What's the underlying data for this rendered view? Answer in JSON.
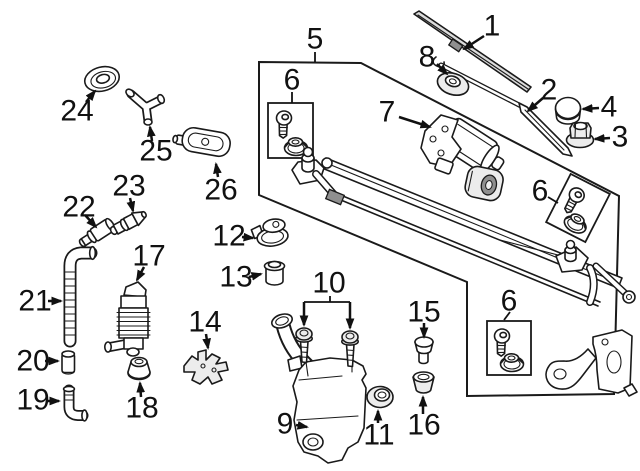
{
  "diagram": {
    "background": "#ffffff",
    "line_color": "#1a1a1a",
    "shade_gray": "#ececec",
    "description": "Exploded parts diagram of windshield wiper and washer system components"
  },
  "callouts": [
    {
      "label": "1",
      "part": "wiper-blade"
    },
    {
      "label": "2",
      "part": "wiper-arm"
    },
    {
      "label": "3",
      "part": "pivot-nut"
    },
    {
      "label": "4",
      "part": "pivot-cap"
    },
    {
      "label": "5",
      "part": "linkage-assembly-box"
    },
    {
      "label": "6",
      "part": "mounting-kit-upper"
    },
    {
      "label": "6",
      "part": "mounting-kit-right"
    },
    {
      "label": "6",
      "part": "mounting-kit-lower"
    },
    {
      "label": "7",
      "part": "wiper-motor"
    },
    {
      "label": "8",
      "part": "pivot-grommet"
    },
    {
      "label": "9",
      "part": "washer-reservoir"
    },
    {
      "label": "10",
      "part": "reservoir-bolts"
    },
    {
      "label": "11",
      "part": "reservoir-grommet"
    },
    {
      "label": "12",
      "part": "reservoir-cap"
    },
    {
      "label": "13",
      "part": "filler-cup"
    },
    {
      "label": "14",
      "part": "hose-clip-bracket"
    },
    {
      "label": "15",
      "part": "retainer-pin"
    },
    {
      "label": "16",
      "part": "buffer-cap"
    },
    {
      "label": "17",
      "part": "washer-pump"
    },
    {
      "label": "18",
      "part": "pump-grommet"
    },
    {
      "label": "19",
      "part": "elbow-hose"
    },
    {
      "label": "20",
      "part": "connector-sleeve"
    },
    {
      "label": "21",
      "part": "washer-hose"
    },
    {
      "label": "22",
      "part": "check-valve"
    },
    {
      "label": "23",
      "part": "hose-connector"
    },
    {
      "label": "24",
      "part": "hood-seal-grommet"
    },
    {
      "label": "25",
      "part": "y-connector"
    },
    {
      "label": "26",
      "part": "washer-nozzle"
    }
  ]
}
